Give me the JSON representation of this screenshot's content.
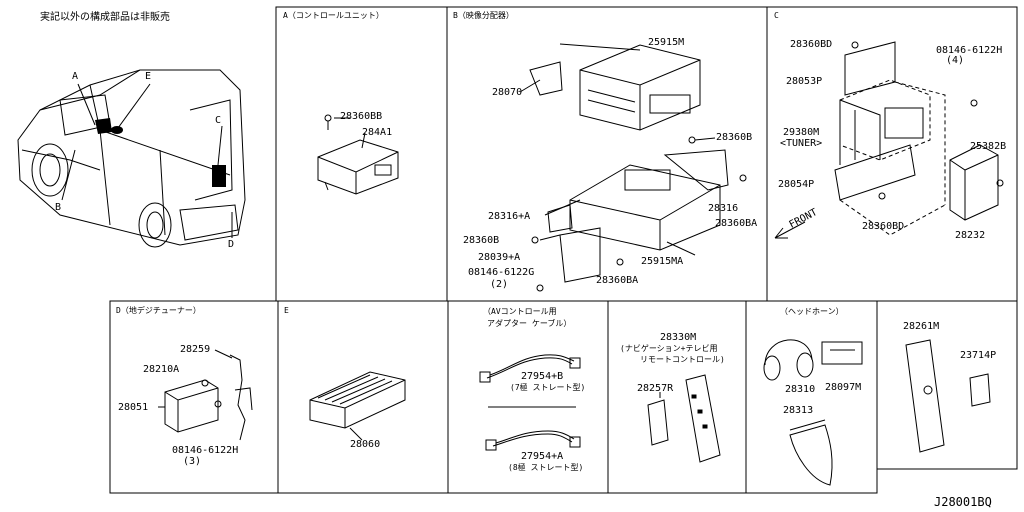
{
  "note": "実記以外の構成部品は非販売",
  "vehicle_callouts": [
    "A",
    "E",
    "C",
    "B",
    "D"
  ],
  "sections": {
    "A": {
      "header": "A（コントロールユニット）",
      "parts": [
        "28360BB",
        "284A1"
      ]
    },
    "B": {
      "header": "B（映像分配器）",
      "parts": [
        "25915M",
        "28070",
        "28360B",
        "28316",
        "28360BA",
        "28316+A",
        "28360B",
        "28039+A",
        "08146-6122G",
        "(2)",
        "28360BA",
        "25915MA"
      ]
    },
    "C": {
      "header": "C",
      "parts": [
        "28360BD",
        "08146-6122H",
        "(4)",
        "28053P",
        "29380M",
        "<TUNER>",
        "25382B",
        "28054P",
        "28360BD",
        "28232"
      ],
      "front_label": "FRONT"
    },
    "D": {
      "header": "D（地デジチューナー）",
      "parts": [
        "28259",
        "28210A",
        "28051",
        "08146-6122H",
        "(3)"
      ]
    },
    "E": {
      "header": "E",
      "parts": [
        "28060"
      ]
    },
    "F": {
      "header": "（AVコントロール用\nアダプター ケーブル）",
      "lines": [
        "（AVコントロール用",
        "アダプター ケーブル）"
      ],
      "parts": [
        "27954+B",
        "(7極 ストレート型)",
        "27954+A",
        "(8極 ストレート型)"
      ]
    },
    "G": {
      "parts": [
        "28330M",
        "(ナビゲーション+テレビ用",
        "リモートコントロール)",
        "28257R"
      ]
    },
    "H": {
      "header": "（ヘッドホーン）",
      "parts": [
        "28310",
        "28097M",
        "28313"
      ]
    },
    "I": {
      "parts": [
        "28261M",
        "23714P"
      ]
    }
  },
  "diagram_code": "J28001BQ"
}
